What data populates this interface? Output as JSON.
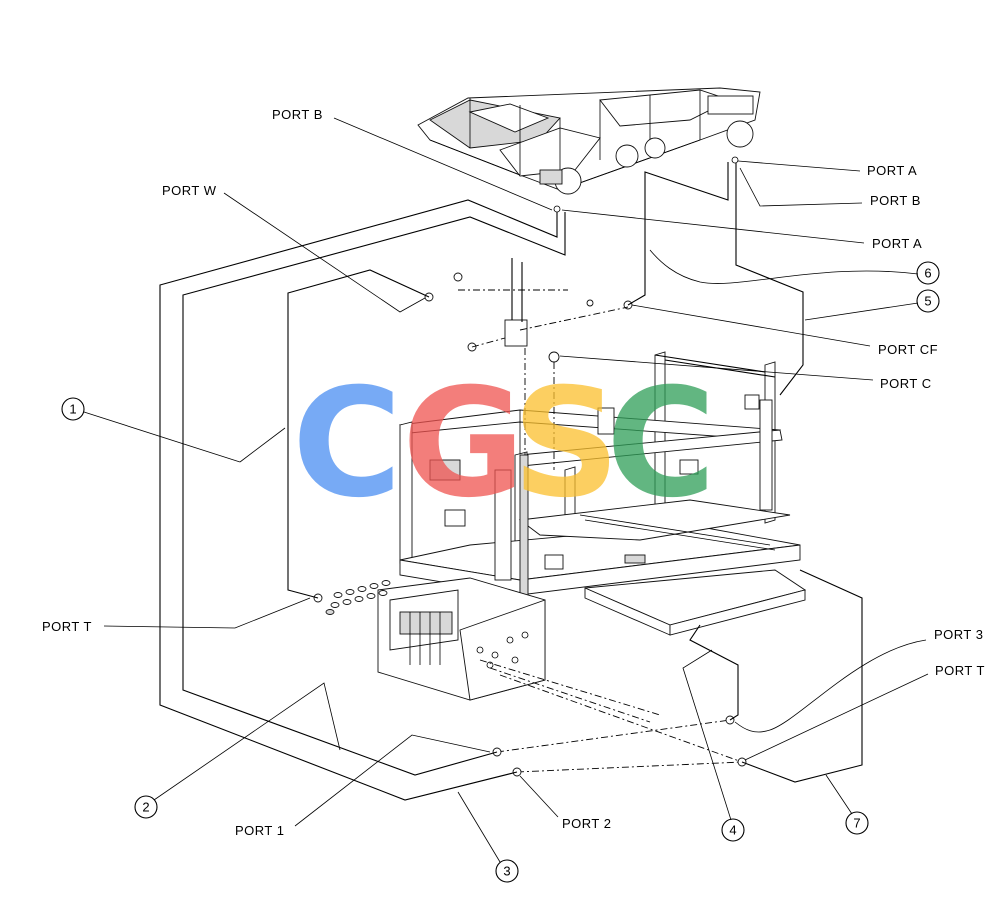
{
  "port_labels": {
    "port_b_left": "PORT B",
    "port_w": "PORT W",
    "port_a_top": "PORT A",
    "port_b_right": "PORT B",
    "port_a_mid": "PORT A",
    "port_cf": "PORT CF",
    "port_c": "PORT C",
    "port_t_left": "PORT T",
    "port_3": "PORT 3",
    "port_t_right": "PORT T",
    "port_1": "PORT 1",
    "port_2": "PORT 2"
  },
  "callouts": {
    "c1": "1",
    "c2": "2",
    "c3": "3",
    "c4": "4",
    "c5": "5",
    "c6": "6",
    "c7": "7"
  },
  "watermark": {
    "letters": [
      "C",
      "G",
      "S",
      "C"
    ],
    "colors": [
      "#4a8ef2",
      "#ef5350",
      "#fbc02d",
      "#2e9e57"
    ]
  }
}
